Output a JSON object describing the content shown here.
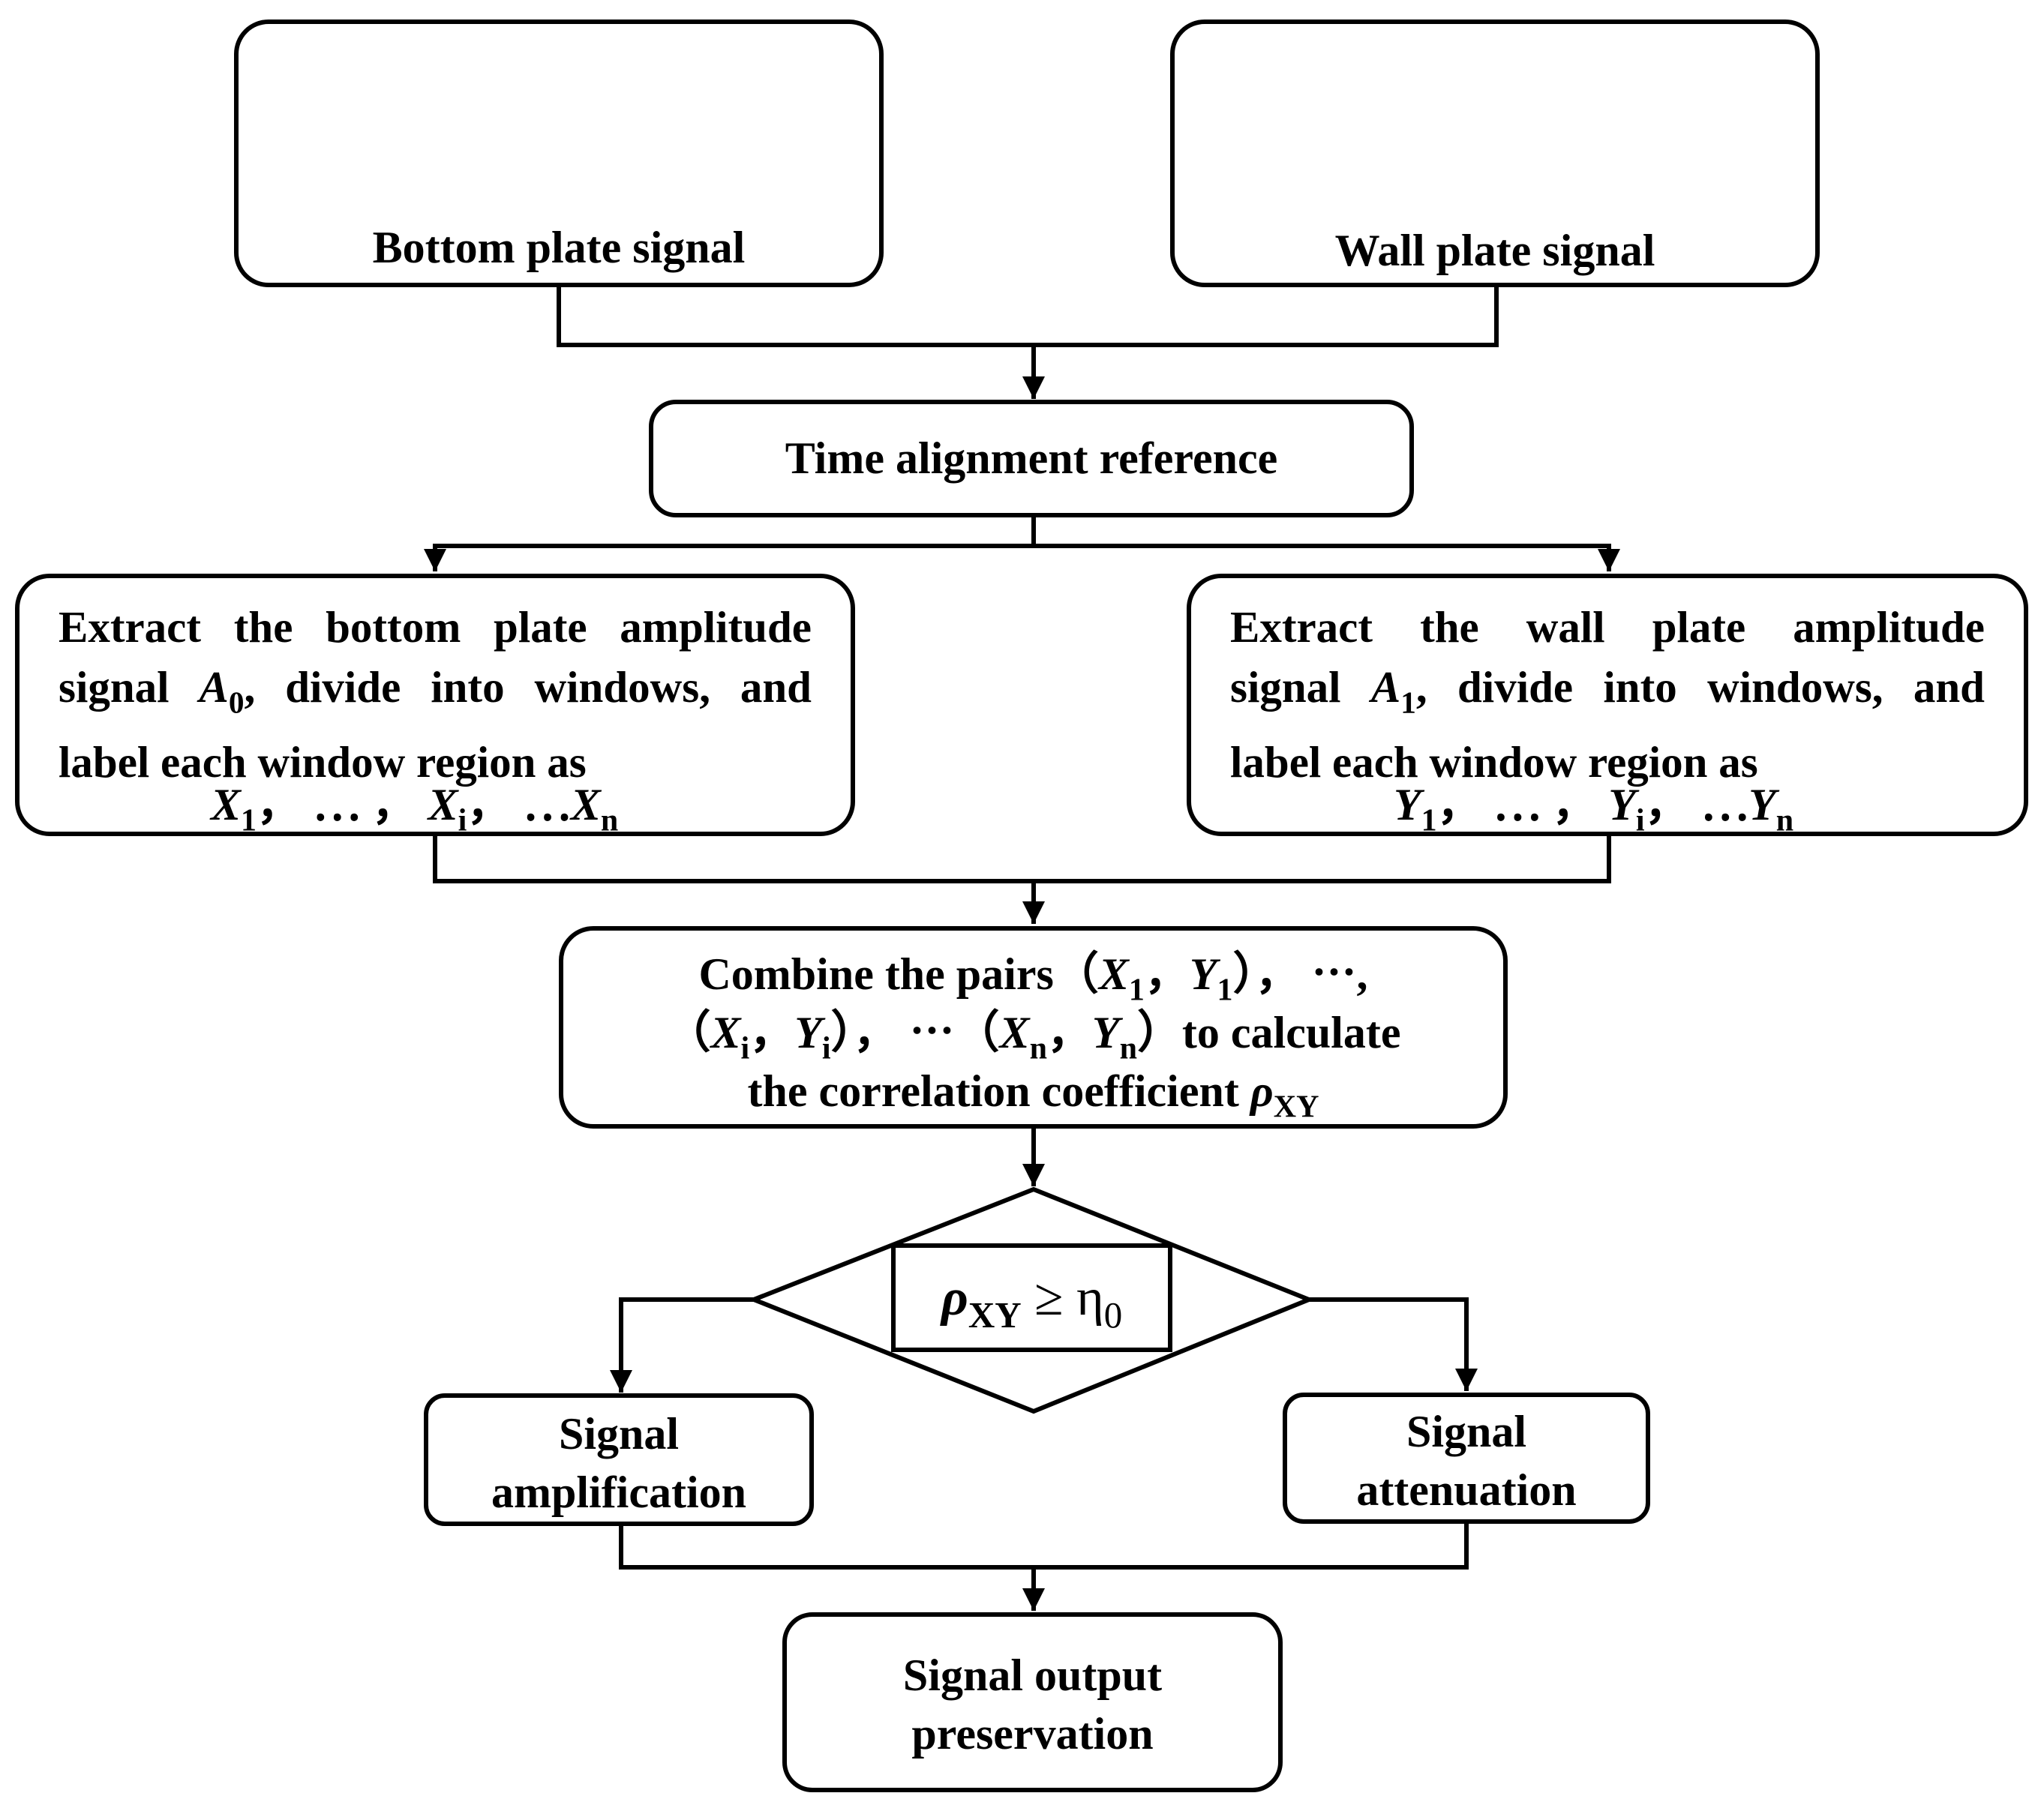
{
  "nodes": {
    "bottom_signal": {
      "label": "Bottom plate signal"
    },
    "wall_signal": {
      "label": "Wall plate signal"
    },
    "time_alignment": {
      "label": "Time alignment reference"
    },
    "extract_bottom": {
      "line1": "Extract the bottom plate amplitude",
      "line2_pre": "signal ",
      "line2_var": "A",
      "line2_sub": "0",
      "line2_post": ", divide into windows, and",
      "line3": "label each window region as",
      "seq": {
        "v1": "X",
        "s1": "1",
        "sep1": "，  ⋯  ，",
        "v2": "X",
        "s2": "i",
        "sep2": "，  ⋯",
        "v3": "X",
        "s3": "n"
      }
    },
    "extract_wall": {
      "line1": "Extract the wall plate amplitude",
      "line2_pre": "signal ",
      "line2_var": "A",
      "line2_sub": "1",
      "line2_post": ", divide into windows, and",
      "line3": "label each window region as",
      "seq": {
        "v1": "Y",
        "s1": "1",
        "sep1": "，  ⋯  ，",
        "v2": "Y",
        "s2": "i",
        "sep2": "，  ⋯",
        "v3": "Y",
        "s3": "n"
      }
    },
    "combine": {
      "l1_pre": "Combine the pairs（",
      "x1": "X",
      "x1s": "1",
      "comma": "，",
      "y1": "Y",
      "y1s": "1",
      "l1_post": "），  ⋯,",
      "l2_open": "（",
      "xi": "X",
      "xis": "i",
      "yi": "Y",
      "yis": "i",
      "l2_mid": "），  ⋯（",
      "xn": "X",
      "xns": "n",
      "yn": "Y",
      "yns": "n",
      "l2_post": "）to calculate",
      "l3_pre": "the correlation coefficient ",
      "rho": "ρ",
      "rho_sub": "XY"
    },
    "condition": {
      "rho": "ρ",
      "rho_sub": "XY",
      "op": " ≥ η",
      "eta_sub": "0"
    },
    "amplification": {
      "line1": "Signal",
      "line2": "amplification"
    },
    "attenuation": {
      "line1": "Signal",
      "line2": "attenuation"
    },
    "output": {
      "line1": "Signal output",
      "line2": "preservation"
    }
  },
  "colors": {
    "stroke": "#000000",
    "background": "#ffffff"
  }
}
